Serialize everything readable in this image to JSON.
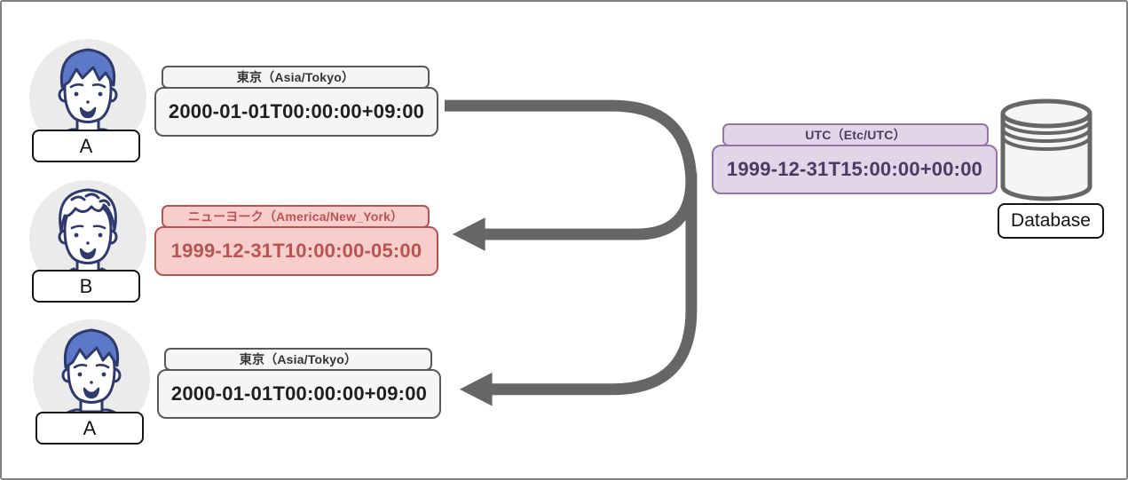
{
  "actors": [
    {
      "label": "A",
      "icon": "person-a-avatar"
    },
    {
      "label": "B",
      "icon": "person-b-avatar"
    },
    {
      "label": "A",
      "icon": "person-a-avatar"
    }
  ],
  "cards": [
    {
      "zone_label": "東京（Asia/Tokyo）",
      "value": "2000-01-01T00:00:00+09:00",
      "theme": "gray"
    },
    {
      "zone_label": "ニューヨーク（America/New_York）",
      "value": "1999-12-31T10:00:00-05:00",
      "theme": "red"
    },
    {
      "zone_label": "東京（Asia/Tokyo）",
      "value": "2000-01-01T00:00:00+09:00",
      "theme": "gray"
    },
    {
      "zone_label": "UTC（Etc/UTC）",
      "value": "1999-12-31T15:00:00+00:00",
      "theme": "purple"
    }
  ],
  "database": {
    "label": "Database"
  },
  "colors": {
    "arrow": "#666666",
    "gray_fill": "#f5f5f5",
    "gray_stroke": "#595959",
    "red_fill": "#f8cecc",
    "red_stroke": "#b85450",
    "purple_fill": "#e1d5e7",
    "purple_stroke": "#9673a6",
    "avatar_navy": "#2e3a6e",
    "avatar_blue": "#5b79c7",
    "avatar_bg": "#ebebeb",
    "shirt_stripe_blue": "#8fd0e8"
  }
}
